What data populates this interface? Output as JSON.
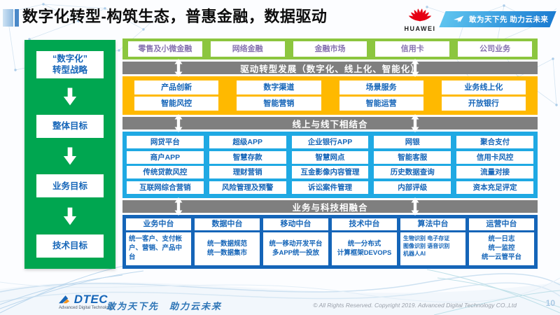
{
  "header": {
    "title": "数字化转型-构筑生态，普惠金融，数据驱动",
    "brand": "HUAWEI",
    "banner_slogan": "敢为天下先 助力云未来"
  },
  "strategy_panel": {
    "steps": [
      "“数字化”\n转型战略",
      "整体目标",
      "业务目标",
      "技术目标"
    ]
  },
  "business_band": {
    "items": [
      "零售及小微金融",
      "网络金融",
      "金融市场",
      "信用卡",
      "公司业务"
    ]
  },
  "flow_bars": {
    "drive": "驱动转型发展（数字化、线上化、智能化）",
    "online_offline": "线上与线下相结合",
    "biz_tech": "业务与科技相融合"
  },
  "capability_band": {
    "rows": [
      [
        "产品创新",
        "数字渠道",
        "场景服务",
        "业务线上化"
      ],
      [
        "智能风控",
        "智能营销",
        "智能运营",
        "开放银行"
      ]
    ]
  },
  "application_band": {
    "rows": [
      [
        "网贷平台",
        "超级APP",
        "企业银行APP",
        "网银",
        "聚合支付"
      ],
      [
        "商户APP",
        "智慧存款",
        "智慧网点",
        "智能客服",
        "信用卡风控"
      ],
      [
        "传统贷款风控",
        "理财营销",
        "互金影像内容管理",
        "历史数据查询",
        "流量对接"
      ],
      [
        "互联网综合营销",
        "风险管理及预警",
        "诉讼案件管理",
        "内部评级",
        "资本充足评定"
      ]
    ]
  },
  "platform_band": {
    "columns": [
      {
        "title": "业务中台",
        "body": "统一客户、支付帐户、营销、产品中台"
      },
      {
        "title": "数据中台",
        "body": "统一数据规范\n统一数据集市"
      },
      {
        "title": "移动中台",
        "body": "统一移动开发平台\n多APP统一投放"
      },
      {
        "title": "技术中台",
        "body": "统一分布式\n计算框架DEVOPS"
      },
      {
        "title": "算法中台",
        "body": "生物识别 电子存证\n图像识别 语音识别\n机器人AI"
      },
      {
        "title": "运营中台",
        "body": "统一日志\n统一监控\n统一云管平台"
      }
    ]
  },
  "footer": {
    "logo_text": "DTEC",
    "logo_subtext": "Advanced Digital Technology",
    "slogan": "敢为天下先　助力云未来",
    "copyright": "© All Rights Reserved. Copyright 2019. Advanced Digital Technology CO.,Ltd",
    "page_number": "10"
  },
  "icons": {
    "huawei_logo": "huawei-flower",
    "banner_icon": "paper-plane",
    "flow_bar_arrows": "double-vertical-arrow",
    "strategy_arrows": "down-block-arrow",
    "adtec_logo": "adtec-arrow"
  },
  "colors": {
    "green": "#00A650",
    "light_green": "#8CC63F",
    "yellow": "#FFB900",
    "cyan": "#1FA9E3",
    "dark_blue": "#1565B8",
    "bar_gray": "#7F7F7F",
    "purple": "#8672B0",
    "huawei_red": "#E60012"
  }
}
